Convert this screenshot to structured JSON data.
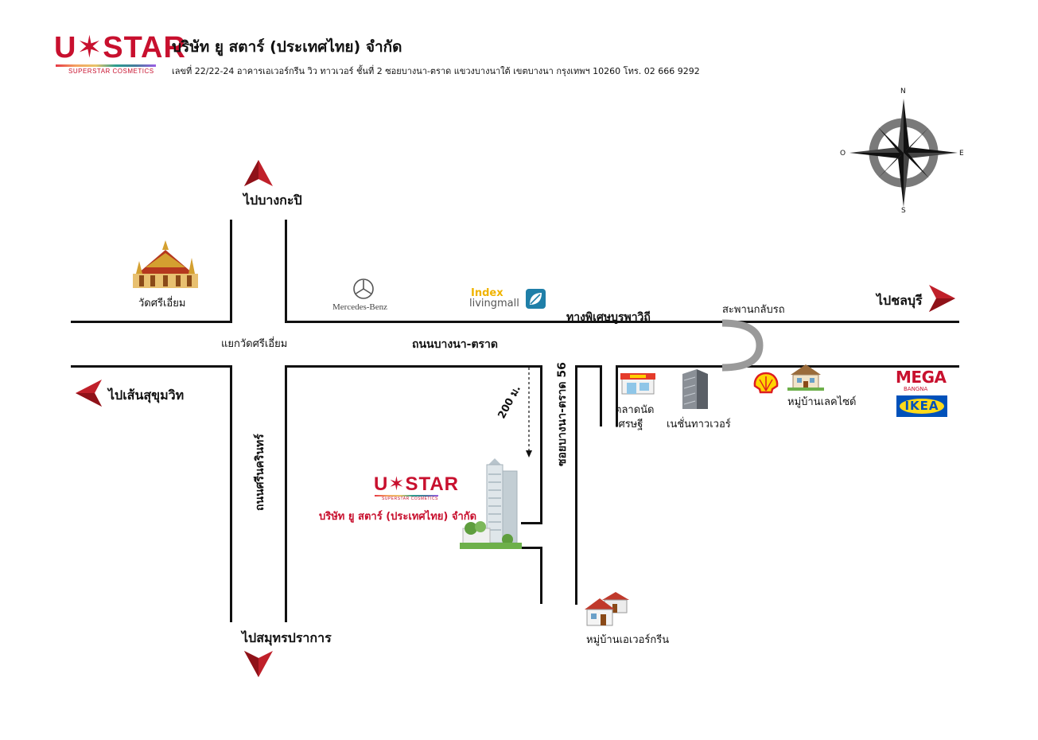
{
  "header": {
    "logo_text": "U✶STAR",
    "logo_sub": "SUPERSTAR COSMETICS",
    "company_name": "บริษัท ยู สตาร์ (ประเทศไทย) จำกัด",
    "address": "เลขที่ 22/22-24 อาคารเอเวอร์กรีน วิว ทาวเวอร์ ชั้นที่ 2 ซอยบางนา-ตราด แขวงบางนาใต้ เขตบางนา กรุงเทพฯ 10260 โทร. 02 666 9292"
  },
  "compass": {
    "n": "N",
    "s": "S",
    "e": "E",
    "w": "O"
  },
  "directions": {
    "north": "ไปบางกะปิ",
    "south": "ไปสมุทรปราการ",
    "west": "ไปเส้นสุขุมวิท",
    "east": "ไปชลบุรี"
  },
  "roads": {
    "main": "ถนนบางนา-ตราด",
    "expressway": "ทางพิเศษบูรพาวิถี",
    "intersection": "แยกวัดศรีเอี่ยม",
    "srinakarin": "ถนนศรีนครินทร์",
    "soi56": "ซอยบางนา-ตราด 56",
    "uturn": "สะพานกลับรถ",
    "distance": "200 ม."
  },
  "landmarks": {
    "temple": "วัดศรีเอี่ยม",
    "mercedes": "Mercedes-Benz",
    "index_top": "Index",
    "index_bottom": "livingmall",
    "market_line1": "ตลาดนัด",
    "market_line2": "เศรษฐี",
    "nation_tower": "เนชั่นทาวเวอร์",
    "lakeside": "หมู่บ้านเลคไซด์",
    "mega_top": "MEGA",
    "mega_sub": "BANGNA",
    "ikea": "IKEA",
    "evergreen": "หมู่บ้านเอเวอร์กรีน"
  },
  "destination": {
    "logo_text": "U✶STAR",
    "logo_sub": "SUPERSTAR COSMETICS",
    "company_name": "บริษัท ยู สตาร์ (ประเทศไทย) จำกัด"
  },
  "colors": {
    "brand_red": "#c8102e",
    "arrow_red": "#c0202a",
    "road": "#111111",
    "uturn_gray": "#9a9a9a",
    "ikea_blue": "#0051ba",
    "ikea_yellow": "#ffda1a"
  }
}
